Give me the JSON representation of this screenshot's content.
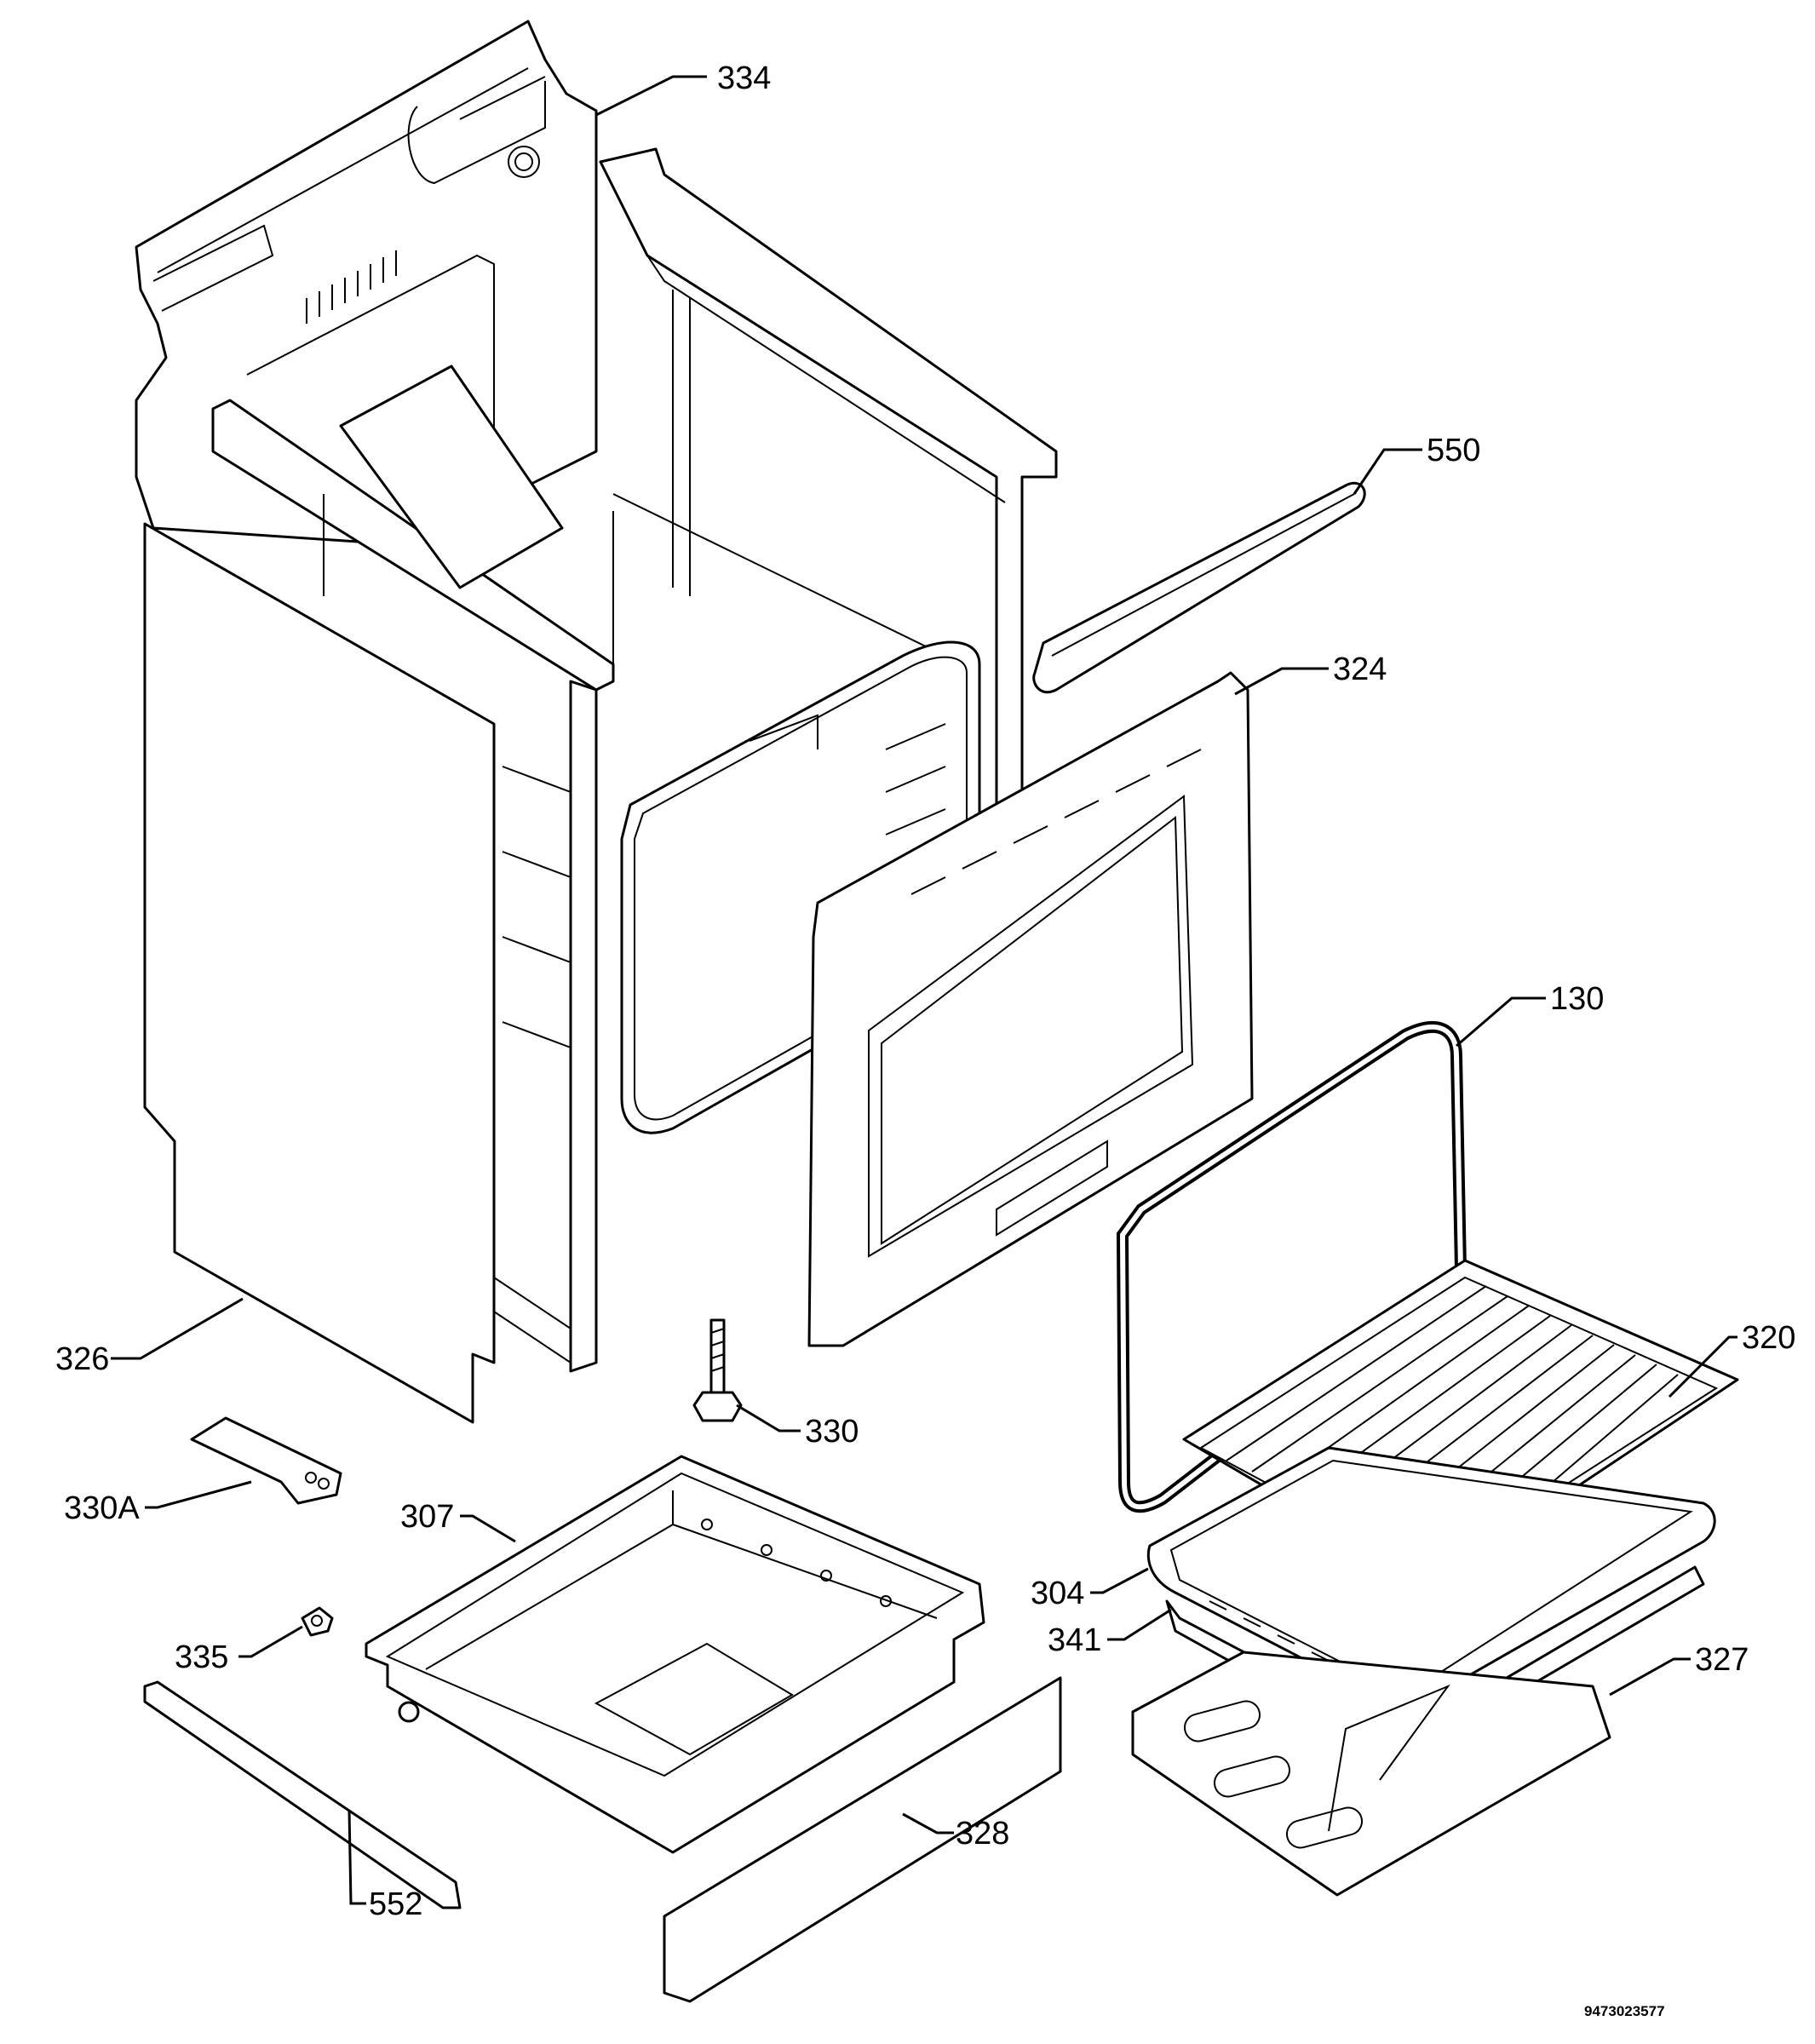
{
  "labels": {
    "p334": "334",
    "p550": "550",
    "p324": "324",
    "p130": "130",
    "p320": "320",
    "p326": "326",
    "p330": "330",
    "p330a": "330A",
    "p307": "307",
    "p304": "304",
    "p341": "341",
    "p327": "327",
    "p335": "335",
    "p552": "552",
    "p328": "328"
  },
  "diagram_code": "9473023577"
}
